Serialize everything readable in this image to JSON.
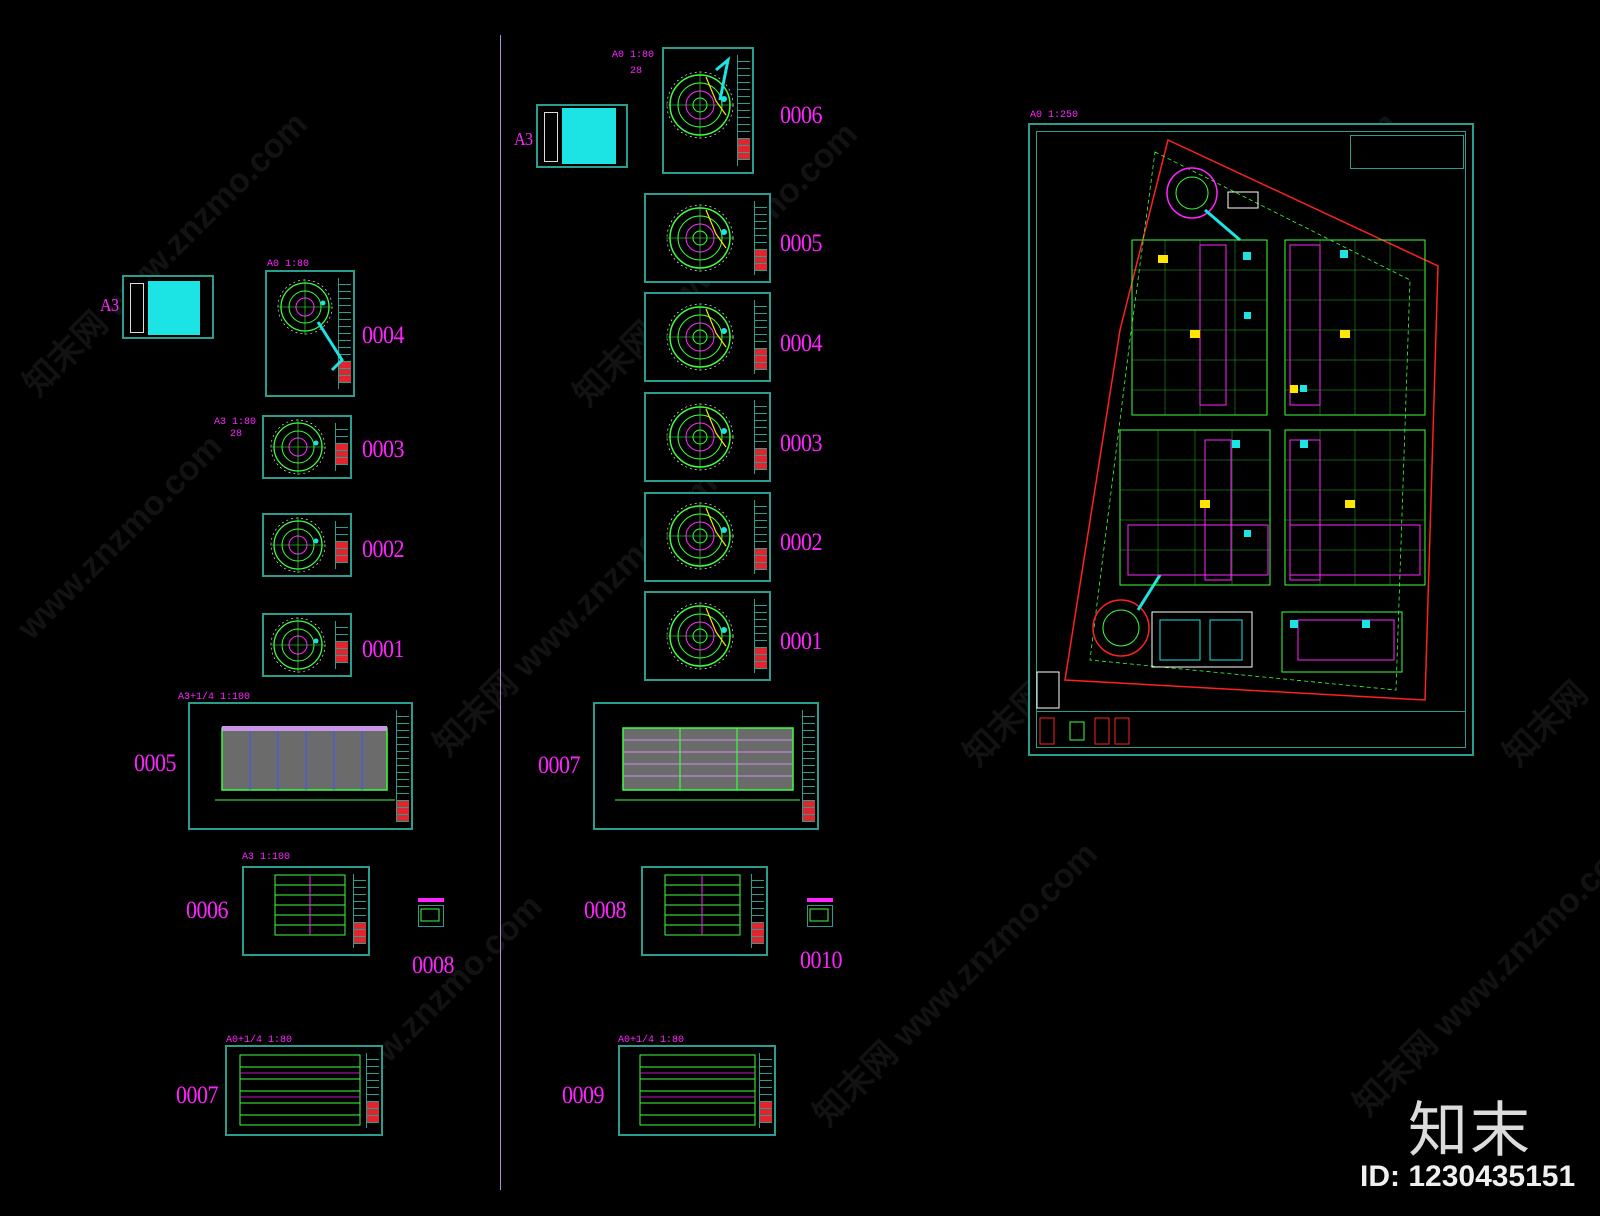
{
  "watermark": {
    "text": "www.znzmo.com",
    "brand_cn": "知末网"
  },
  "brand": {
    "logo": "知末",
    "image_id": "ID: 1230435151"
  },
  "left_column": {
    "a3_label": "A3",
    "scale_0004": "A0  1:80",
    "scale_0003": "A3  1:80",
    "scale_0003_sub": "28",
    "numbers": [
      "0004",
      "0003",
      "0002",
      "0001",
      "0005",
      "0006",
      "0008",
      "0007"
    ],
    "scale_0005": "A3+1/4  1:100",
    "scale_0006": "A3  1:100",
    "scale_0007": "A0+1/4  1:80"
  },
  "right_column": {
    "a3_label": "A3",
    "scale_0006": "A0  1:80",
    "scale_0006_sub": "28",
    "numbers": [
      "0006",
      "0005",
      "0004",
      "0003",
      "0002",
      "0001",
      "0007",
      "0008",
      "0010",
      "0009"
    ],
    "scale_0009": "A0+1/4  1:80"
  },
  "site_plan": {
    "scale": "A0  1:250"
  },
  "colors": {
    "cad_cyan": "#2a9d8f",
    "cad_magenta": "#ff24ff",
    "cad_green": "#3cff3c",
    "cad_red": "#ff2020",
    "cad_yellow": "#ffe600"
  }
}
